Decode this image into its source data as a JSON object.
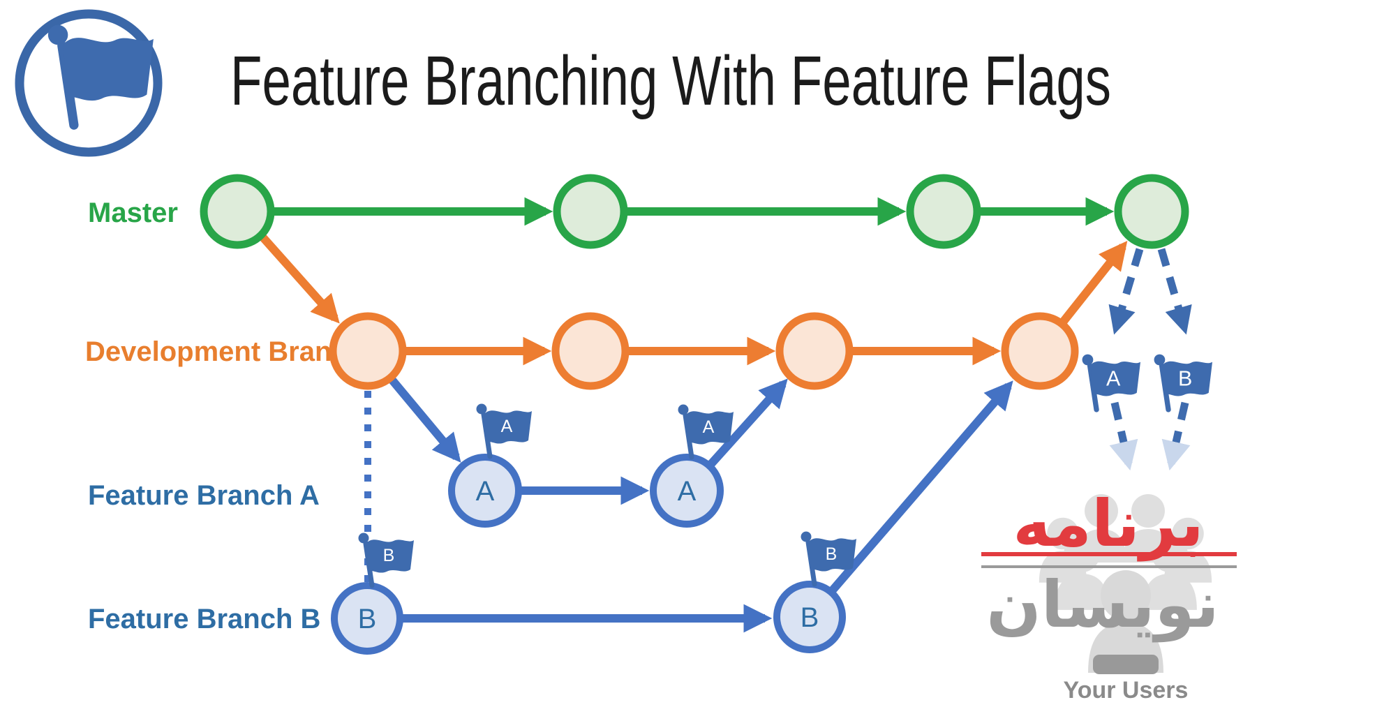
{
  "title": "Feature Branching With Feature Flags",
  "header_icon": "flag-in-circle-icon",
  "colors": {
    "master_green": "#28a548",
    "master_node_fill": "#deecda",
    "development_orange": "#ed7d31",
    "development_node_fill": "#fbe5d6",
    "feature_blue": "#4472c4",
    "feature_node_fill": "#dae3f3",
    "feature_label_blue": "#2e6da4",
    "flag_blue": "#3e6bae",
    "title_black": "#1b1b1b",
    "watermark_red": "#e23b3f",
    "watermark_gray": "#9a9a9a",
    "users_caption_gray": "#8a8a8a"
  },
  "branches": {
    "master": {
      "label": "Master",
      "commit_count": 4
    },
    "development": {
      "label": "Development Branch",
      "commit_count": 4
    },
    "feature_a": {
      "label": "Feature Branch A",
      "node_letter": "A",
      "commit_count": 2
    },
    "feature_b": {
      "label": "Feature Branch B",
      "node_letter": "B",
      "commit_count": 2
    }
  },
  "flags": {
    "a_label": "A",
    "b_label": "B"
  },
  "watermark": {
    "brand_line1": "برنامه",
    "brand_line2": "نویسان",
    "caption": "Your Users"
  }
}
